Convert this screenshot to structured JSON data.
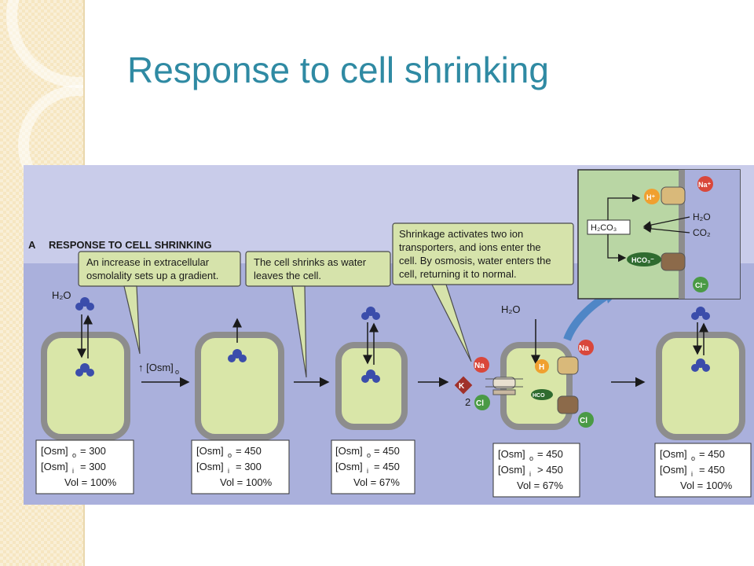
{
  "slide": {
    "title": "Response to cell shrinking"
  },
  "figure": {
    "panel_letter": "A",
    "header": "RESPONSE TO CELL SHRINKING",
    "callouts": [
      {
        "lines": [
          "An increase in extracellular",
          "osmolality sets up a gradient."
        ]
      },
      {
        "lines": [
          "The cell shrinks as water",
          "leaves the cell."
        ]
      },
      {
        "lines": [
          "Shrinkage activates two ion",
          "transporters, and ions enter the",
          "cell. By osmosis, water enters the",
          "cell, returning it to normal."
        ]
      }
    ],
    "water_label": "H₂O",
    "osm_arrow_label": "↑ [Osm]",
    "osm_arrow_sub": "o",
    "ions": {
      "na": "Na",
      "k": "K",
      "cl": "Cl",
      "h": "H",
      "hco3": "HCO",
      "stoich": "2",
      "hco3_inner": "HCO₃⁻"
    },
    "stages": [
      {
        "osm_o": "= 300",
        "osm_i": "= 300",
        "vol": "Vol = 100%"
      },
      {
        "osm_o": "= 450",
        "osm_i": "= 300",
        "vol": "Vol = 100%"
      },
      {
        "osm_o": "= 450",
        "osm_i": "= 450",
        "vol": "Vol = 67%"
      },
      {
        "osm_o": "= 450",
        "osm_i": "> 450",
        "vol": "Vol = 67%"
      },
      {
        "osm_o": "= 450",
        "osm_i": "= 450",
        "vol": "Vol = 100%"
      }
    ],
    "osm_label": "[Osm]",
    "inset": {
      "h2co3": "H₂CO₃",
      "h2o": "H₂O",
      "co2": "CO₂",
      "hco3": "HCO₃⁻",
      "na": "Na⁺",
      "h": "H⁺",
      "cl": "Cl⁻"
    },
    "colors": {
      "background": "#c9ccea",
      "extracellular": "#aab0dc",
      "cell_fill": "#d9e6a8",
      "cell_border": "#8d8d8d",
      "callout_fill": "#d6e3ab",
      "inset_fill": "#b9d6a4",
      "arrow_blue": "#4f86c6",
      "water": "#3b4dab",
      "na_red": "#d9473b",
      "h_orange": "#f0a030",
      "cl_green": "#4a9a45",
      "k_brown": "#a0302a"
    }
  }
}
